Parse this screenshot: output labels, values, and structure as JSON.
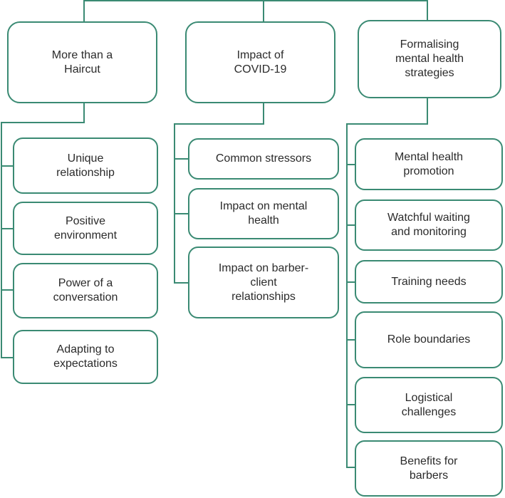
{
  "colors": {
    "line": "#3a8a73",
    "text": "#2b2b2b"
  },
  "themes": [
    {
      "label": "More than a\nHaircut",
      "subthemes": [
        "Unique\nrelationship",
        "Positive\nenvironment",
        "Power of a\nconversation",
        "Adapting to\nexpectations"
      ]
    },
    {
      "label": "Impact of\nCOVID-19",
      "subthemes": [
        "Common stressors",
        "Impact on mental\nhealth",
        "Impact on barber-\nclient\nrelationships"
      ]
    },
    {
      "label": "Formalising\nmental health\nstrategies",
      "subthemes": [
        "Mental health\npromotion",
        "Watchful waiting\nand monitoring",
        "Training needs",
        "Role boundaries",
        "Logistical\nchallenges",
        "Benefits for\nbarbers"
      ]
    }
  ]
}
